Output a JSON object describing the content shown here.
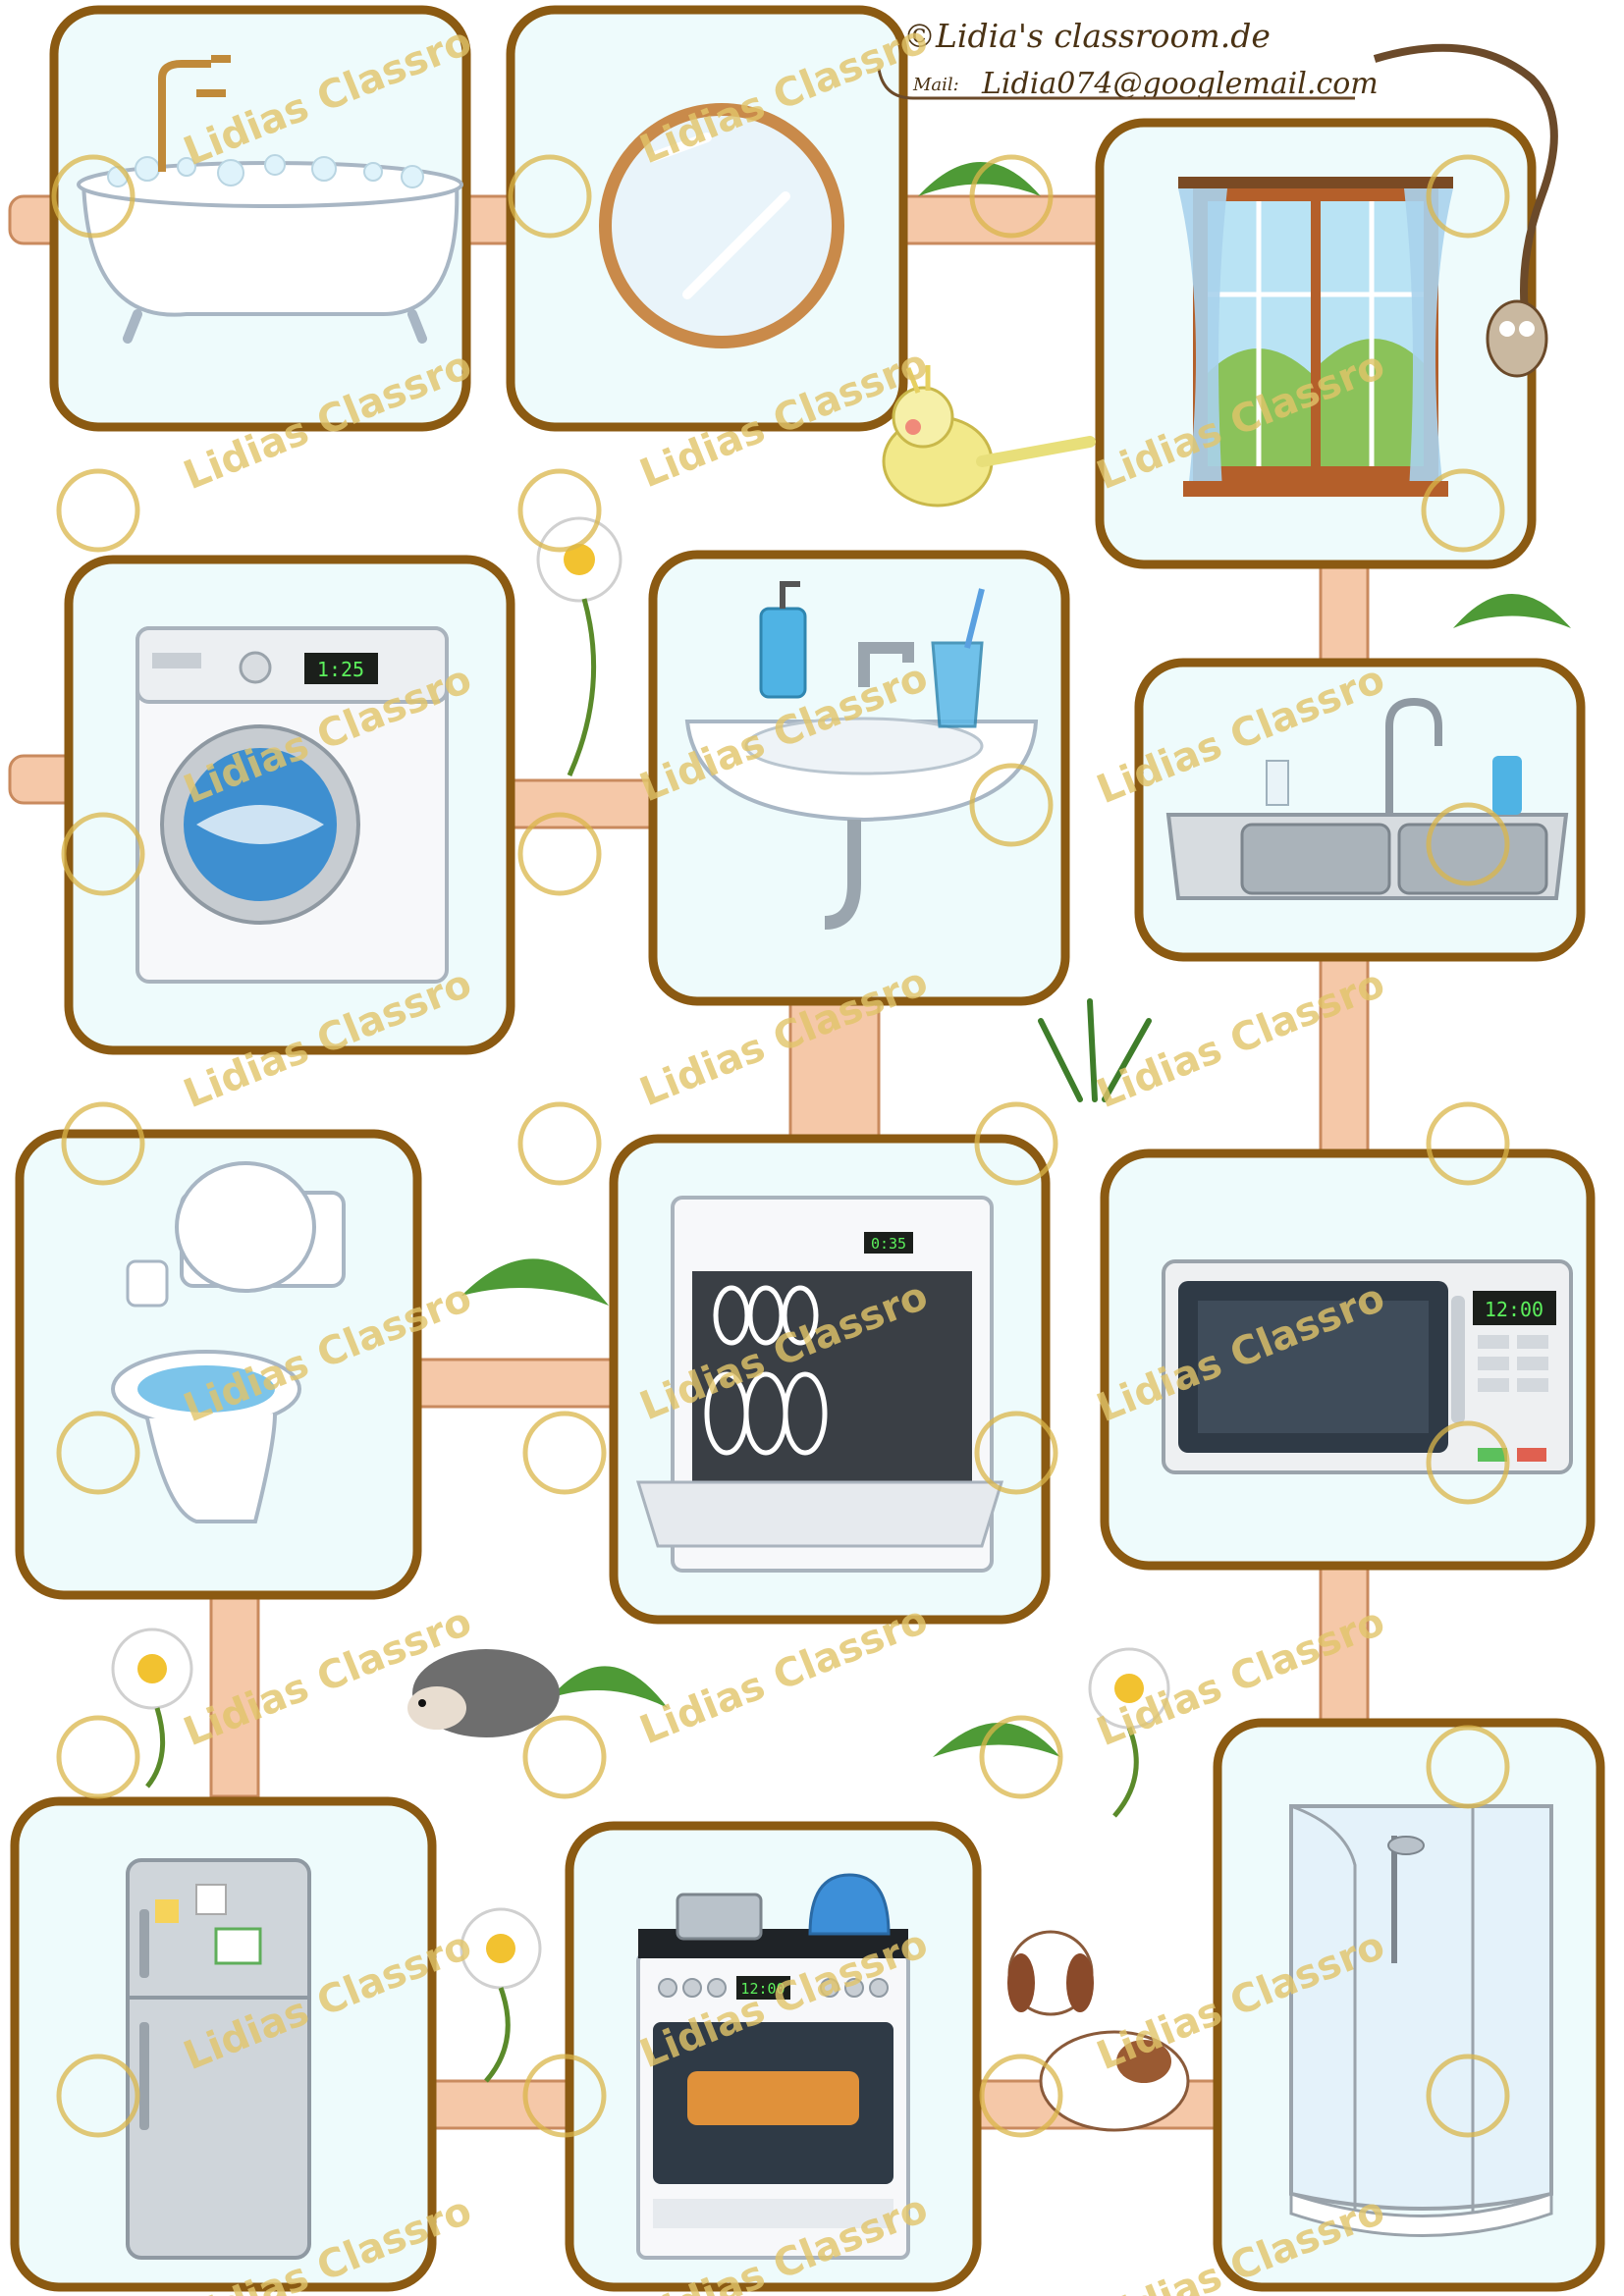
{
  "header": {
    "copyright": "©Lidia's classroom.de",
    "mail_label": "Mail:",
    "mail_address": "Lidia074@googlemail.com"
  },
  "watermark": {
    "text": "Lidias Classro"
  },
  "colors": {
    "card_border": "#8b5a12",
    "card_fill": "#eefbfc",
    "pipe": "#f5c8a8",
    "watermark": "#e2c56a"
  },
  "cards": [
    {
      "id": "bathtub",
      "icon": "bathtub-icon"
    },
    {
      "id": "mirror",
      "icon": "mirror-icon"
    },
    {
      "id": "window",
      "icon": "window-icon"
    },
    {
      "id": "washing-machine",
      "icon": "washing-machine-icon"
    },
    {
      "id": "bathroom-sink",
      "icon": "bathroom-sink-icon"
    },
    {
      "id": "kitchen-sink",
      "icon": "kitchen-sink-icon"
    },
    {
      "id": "toilet",
      "icon": "toilet-icon"
    },
    {
      "id": "dishwasher",
      "icon": "dishwasher-icon"
    },
    {
      "id": "microwave",
      "icon": "microwave-icon"
    },
    {
      "id": "refrigerator",
      "icon": "refrigerator-icon"
    },
    {
      "id": "stove",
      "icon": "stove-icon"
    },
    {
      "id": "shower",
      "icon": "shower-icon"
    }
  ],
  "displays": {
    "washing_machine": "1:25",
    "dishwasher": "0:35",
    "microwave": "12:00",
    "stove": "12:00"
  },
  "decorations": [
    "parrot-icon",
    "daisy-icon",
    "fern-icon",
    "hedgehog-icon",
    "dog-icon",
    "owl-icon",
    "grass-icon"
  ]
}
